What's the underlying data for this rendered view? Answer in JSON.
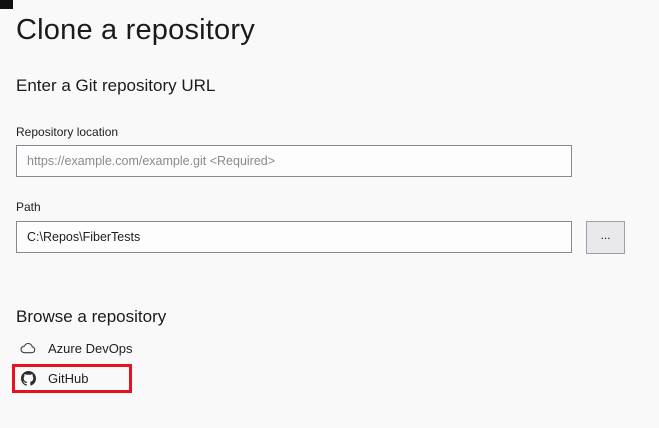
{
  "page": {
    "title": "Clone a repository",
    "background": "#f9f9f9"
  },
  "url_section": {
    "heading": "Enter a Git repository URL",
    "repository_location": {
      "label": "Repository location",
      "placeholder": "https://example.com/example.git <Required>",
      "value": ""
    },
    "path": {
      "label": "Path",
      "value": "C:\\Repos\\FiberTests"
    },
    "browse_button_label": "..."
  },
  "browse_section": {
    "heading": "Browse a repository",
    "items": [
      {
        "label": "Azure DevOps",
        "icon": "azure-devops-cloud-icon",
        "highlighted": false
      },
      {
        "label": "GitHub",
        "icon": "github-icon",
        "highlighted": true
      }
    ]
  },
  "colors": {
    "highlight_red": "#e81123",
    "input_border": "#848a94",
    "button_background": "#e9e9ed",
    "placeholder_gray": "#8a8a8a"
  }
}
